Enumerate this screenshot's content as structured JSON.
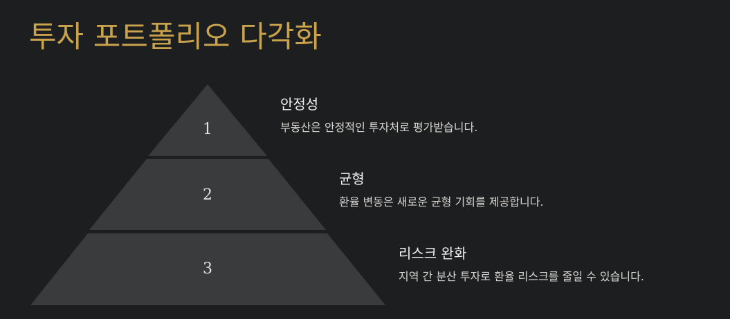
{
  "title": "투자 포트폴리오 다각화",
  "colors": {
    "background": "#1d1e20",
    "title": "#c9a24c",
    "tier_fill": "#3a3b3d",
    "tier_gap": "#1d1e20"
  },
  "levels": [
    {
      "number": "1",
      "heading": "안정성",
      "text": "부동산은 안정적인 투자처로 평가받습니다."
    },
    {
      "number": "2",
      "heading": "균형",
      "text": "환율 변동은 새로운 균형 기회를 제공합니다."
    },
    {
      "number": "3",
      "heading": "리스크 완화",
      "text": "지역 간 분산 투자로 환율 리스크를 줄일 수 있습니다."
    }
  ]
}
